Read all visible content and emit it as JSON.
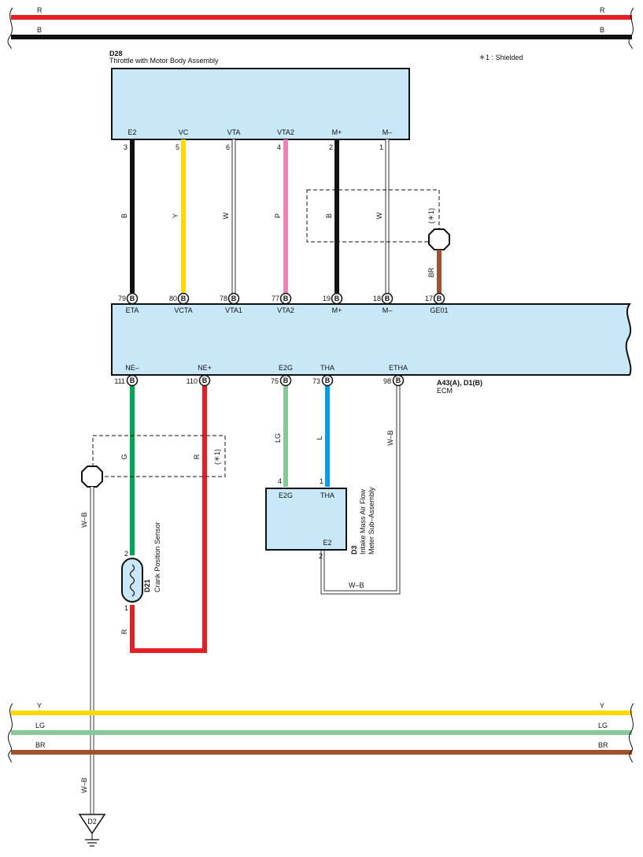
{
  "colors": {
    "red": "#e31e24",
    "black": "#111111",
    "yellow": "#ffd800",
    "pink": "#ee82b4",
    "green": "#00a651",
    "blue": "#00a0e3",
    "light_green": "#86c997",
    "brown": "#a0522d",
    "component_fill": "#c8e8f8"
  },
  "bus_top": {
    "red_label": "R",
    "black_label": "B"
  },
  "bus_bottom": {
    "yellow_label": "Y",
    "lg_label": "LG",
    "br_label": "BR"
  },
  "throttle": {
    "code": "D28",
    "name": "Throttle with Motor Body Assembly",
    "shield_note": "＊1 : Shielded",
    "terminals": [
      {
        "name": "E2",
        "pin": "3",
        "wire": "B"
      },
      {
        "name": "VC",
        "pin": "5",
        "wire": "Y"
      },
      {
        "name": "VTA",
        "pin": "6",
        "wire": "W"
      },
      {
        "name": "VTA2",
        "pin": "4",
        "wire": "P"
      },
      {
        "name": "M+",
        "pin": "2",
        "wire": "B"
      },
      {
        "name": "M–",
        "pin": "1",
        "wire": "W"
      }
    ],
    "shield_label": "(＊1)",
    "ground_wire": "BR"
  },
  "ecm": {
    "code": "A43(A), D1(B)",
    "name": "ECM",
    "connector_letter": "B",
    "top_terminals": [
      {
        "name": "ETA",
        "pin": "79"
      },
      {
        "name": "VCTA",
        "pin": "80"
      },
      {
        "name": "VTA1",
        "pin": "78"
      },
      {
        "name": "VTA2",
        "pin": "77"
      },
      {
        "name": "M+",
        "pin": "19"
      },
      {
        "name": "M–",
        "pin": "18"
      },
      {
        "name": "GE01",
        "pin": "17"
      }
    ],
    "bottom_terminals": [
      {
        "name": "NE–",
        "pin": "111"
      },
      {
        "name": "NE+",
        "pin": "110"
      },
      {
        "name": "E2G",
        "pin": "75"
      },
      {
        "name": "THA",
        "pin": "73"
      },
      {
        "name": "ETHA",
        "pin": "98"
      }
    ]
  },
  "crank": {
    "code": "D21",
    "name": "Crank Position Sensor",
    "pin_top": "2",
    "pin_bottom": "1",
    "wire_g": "G",
    "wire_r": "R",
    "wire_r2": "R",
    "shield_label": "(＊1)",
    "shield_wire": "W–B"
  },
  "maf": {
    "code": "D3",
    "name_line1": "Intake Mass Air Flow",
    "name_line2": "Meter Sub–Assembly",
    "t1_name": "E2G",
    "t1_pin": "4",
    "t1_wire": "LG",
    "t2_name": "THA",
    "t2_pin": "1",
    "t2_wire": "L",
    "t3_name": "E2",
    "t3_pin": "2",
    "etha_wire": "W–B",
    "e2_wire": "W–B"
  },
  "ground": {
    "code": "D2",
    "wire": "W–B"
  }
}
